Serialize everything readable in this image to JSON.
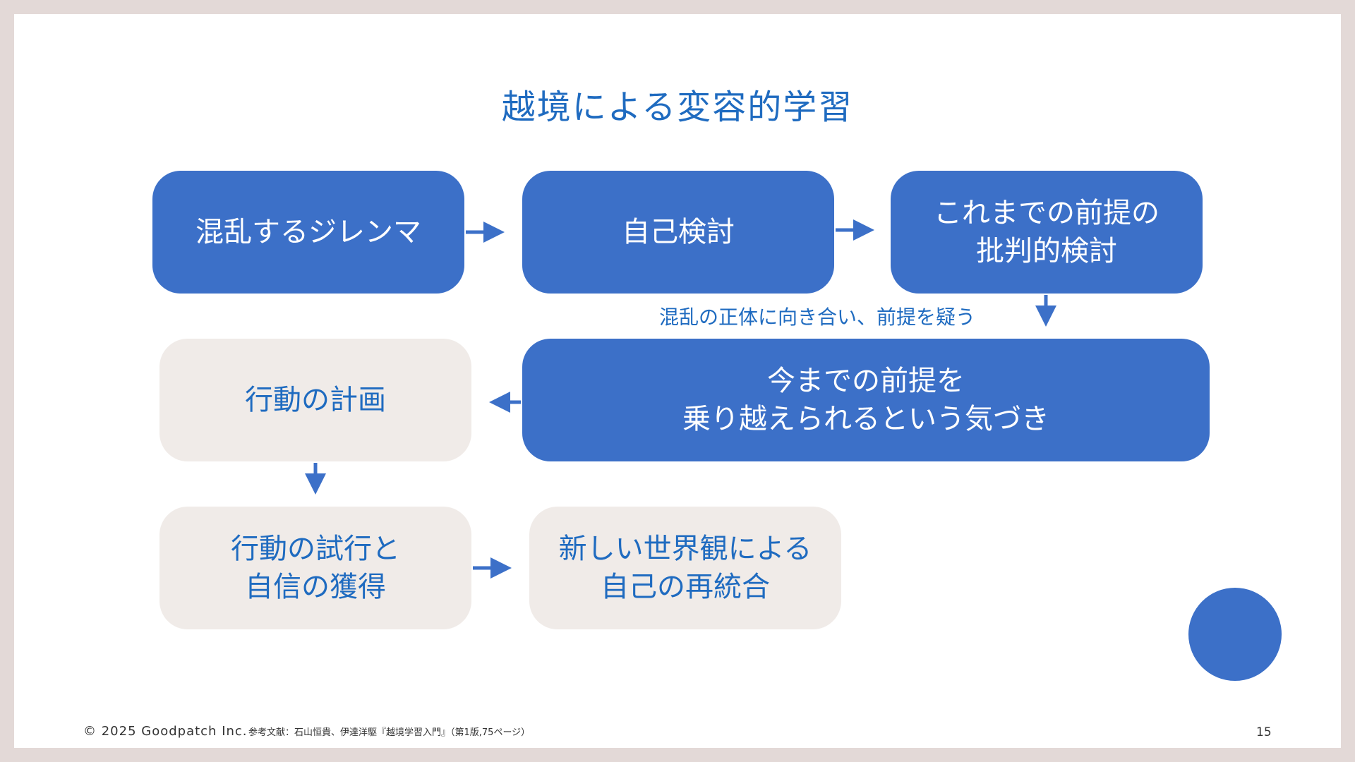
{
  "slide": {
    "title": "越境による変容的学習",
    "page_number": "15",
    "copyright": "© 2025 Goodpatch Inc.",
    "reference": "参考文献：石山恒貴、伊達洋駆『越境学習入門』（第1版,75ページ）"
  },
  "diagram": {
    "nodes": [
      {
        "id": "b1",
        "label": "混乱するジレンマ",
        "style": "blue"
      },
      {
        "id": "b2",
        "label": "自己検討",
        "style": "blue"
      },
      {
        "id": "b3",
        "label": "これまでの前提の\n批判的検討",
        "style": "blue"
      },
      {
        "id": "b4",
        "label": "今までの前提を\n乗り越えられるという気づき",
        "style": "blue"
      },
      {
        "id": "b5",
        "label": "行動の計画",
        "style": "light"
      },
      {
        "id": "b6",
        "label": "行動の試行と\n自信の獲得",
        "style": "light"
      },
      {
        "id": "b7",
        "label": "新しい世界観による\n自己の再統合",
        "style": "light"
      }
    ],
    "edges": [
      {
        "from": "b1",
        "to": "b2"
      },
      {
        "from": "b2",
        "to": "b3"
      },
      {
        "from": "b3",
        "to": "b4",
        "label": "混乱の正体に向き合い、前提を疑う"
      },
      {
        "from": "b4",
        "to": "b5"
      },
      {
        "from": "b5",
        "to": "b6"
      },
      {
        "from": "b6",
        "to": "b7"
      }
    ],
    "colors": {
      "primary_blue": "#3c70c8",
      "text_blue": "#1f6bc0",
      "light_box": "#f0ebe8",
      "frame": "#e3d9d7"
    }
  }
}
